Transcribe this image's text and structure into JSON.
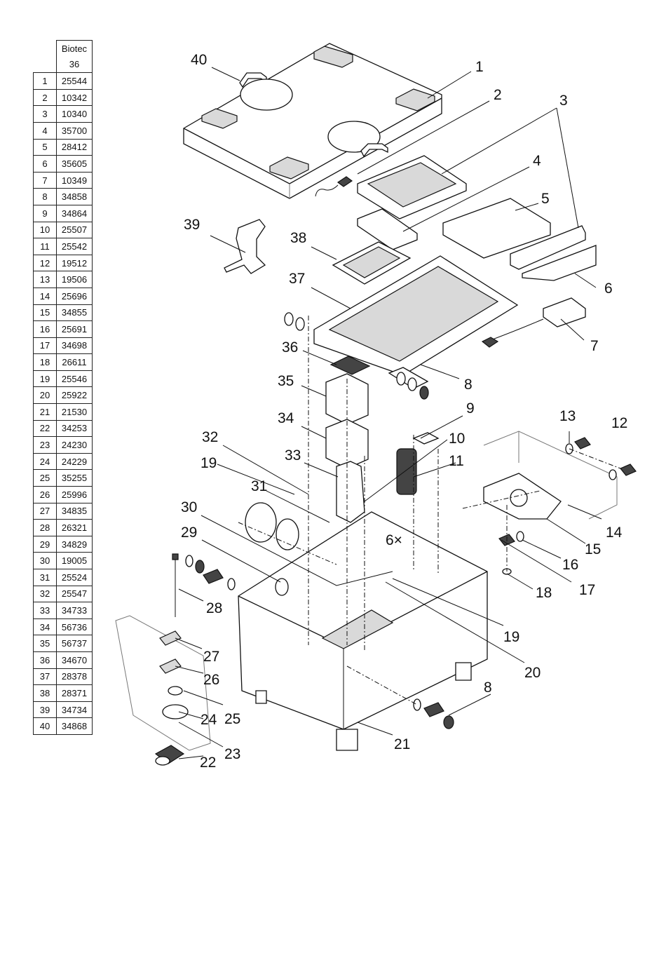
{
  "table": {
    "header_line1": "Biotec",
    "header_line2": "36",
    "rows": [
      [
        "1",
        "25544"
      ],
      [
        "2",
        "10342"
      ],
      [
        "3",
        "10340"
      ],
      [
        "4",
        "35700"
      ],
      [
        "5",
        "28412"
      ],
      [
        "6",
        "35605"
      ],
      [
        "7",
        "10349"
      ],
      [
        "8",
        "34858"
      ],
      [
        "9",
        "34864"
      ],
      [
        "10",
        "25507"
      ],
      [
        "11",
        "25542"
      ],
      [
        "12",
        "19512"
      ],
      [
        "13",
        "19506"
      ],
      [
        "14",
        "25696"
      ],
      [
        "15",
        "34855"
      ],
      [
        "16",
        "25691"
      ],
      [
        "17",
        "34698"
      ],
      [
        "18",
        "26611"
      ],
      [
        "19",
        "25546"
      ],
      [
        "20",
        "25922"
      ],
      [
        "21",
        "21530"
      ],
      [
        "22",
        "34253"
      ],
      [
        "23",
        "24230"
      ],
      [
        "24",
        "24229"
      ],
      [
        "25",
        "35255"
      ],
      [
        "26",
        "25996"
      ],
      [
        "27",
        "34835"
      ],
      [
        "28",
        "26321"
      ],
      [
        "29",
        "34829"
      ],
      [
        "30",
        "19005"
      ],
      [
        "31",
        "25524"
      ],
      [
        "32",
        "25547"
      ],
      [
        "33",
        "34733"
      ],
      [
        "34",
        "56736"
      ],
      [
        "35",
        "56737"
      ],
      [
        "36",
        "34670"
      ],
      [
        "37",
        "28378"
      ],
      [
        "38",
        "28371"
      ],
      [
        "39",
        "34734"
      ],
      [
        "40",
        "34868"
      ]
    ]
  },
  "callouts": {
    "c1": "1",
    "c2": "2",
    "c3": "3",
    "c4": "4",
    "c5": "5",
    "c6": "6",
    "c7": "7",
    "c8a": "8",
    "c8b": "8",
    "c9": "9",
    "c10": "10",
    "c11": "11",
    "c12": "12",
    "c13": "13",
    "c14": "14",
    "c15": "15",
    "c16": "16",
    "c17": "17",
    "c18": "18",
    "c19a": "19",
    "c19b": "19",
    "c20": "20",
    "c21": "21",
    "c22": "22",
    "c23": "23",
    "c24": "24",
    "c25": "25",
    "c26": "26",
    "c27": "27",
    "c28": "28",
    "c29": "29",
    "c30": "30",
    "c31": "31",
    "c32": "32",
    "c33": "33",
    "c34": "34",
    "c35": "35",
    "c36": "36",
    "c37": "37",
    "c38": "38",
    "c39": "39",
    "c40": "40",
    "six": "6×"
  }
}
